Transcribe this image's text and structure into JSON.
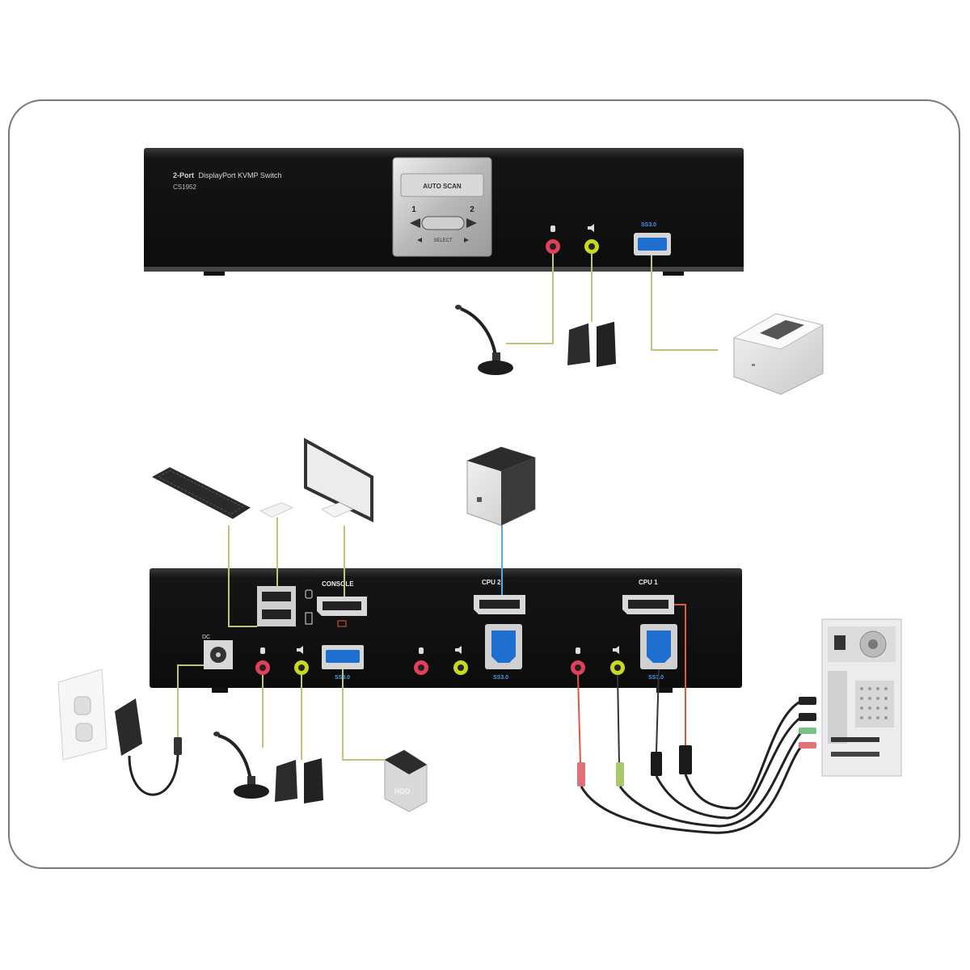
{
  "front_panel": {
    "product_line1_bold": "2-Port",
    "product_line1_rest": "DisplayPort KVMP Switch",
    "model": "CS1952",
    "auto_scan": "AUTO SCAN",
    "port1": "1",
    "port2": "2",
    "select": "SELECT",
    "usb_logo": "SS",
    "usb_version": "3.0"
  },
  "rear_panel": {
    "console": "CONSOLE",
    "cpu2": "CPU 2",
    "cpu1": "CPU 1",
    "usb_logo": "SS",
    "usb_version": "3.0",
    "power_label": "DC"
  },
  "devices": {
    "hdd_label": "HDD"
  },
  "colors": {
    "mic_port": "#e0405a",
    "speaker_port": "#c8d81e",
    "usb_blue": "#1f6fd1",
    "cable_green": "#b7c878",
    "cable_blue": "#5aa8e0",
    "cable_red": "#e05a3a",
    "panel_black": "#1a1a1a"
  },
  "icons": [
    "microphone-icon",
    "speakers-icon",
    "printer-icon",
    "keyboard-icon",
    "mouse-icon",
    "monitor-icon",
    "server-tower-icon",
    "wall-outlet-icon",
    "power-adapter-icon",
    "hdd-icon",
    "pc-tower-icon",
    "kvm-cable-icon"
  ]
}
